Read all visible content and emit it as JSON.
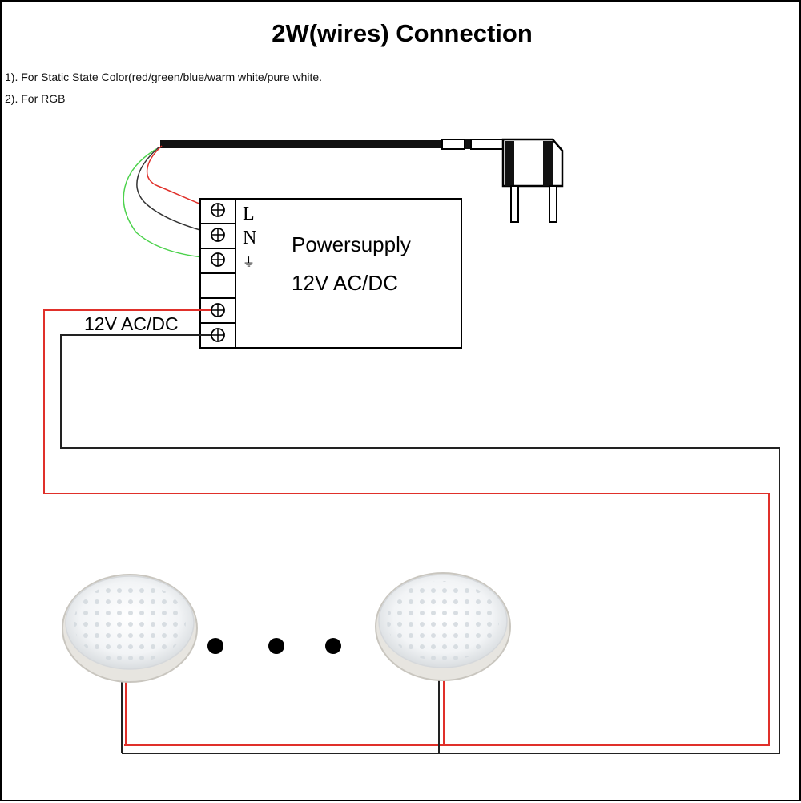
{
  "title": "2W(wires) Connection",
  "notes": [
    "1). For Static State Color(red/green/blue/warm white/pure white.",
    "2). For RGB"
  ],
  "power_supply": {
    "name": "Powersupply",
    "rating": "12V AC/DC",
    "terminal_labels": [
      "L",
      "N",
      "⏚"
    ]
  },
  "output_label": "12V AC/DC",
  "ellipsis_dots": [
    "•",
    "•",
    "•"
  ],
  "colors": {
    "red_wire": "#e0302a",
    "black_wire": "#333333",
    "green_wire": "#4cd24c",
    "outline": "#000000"
  },
  "icons": [
    "plug-icon",
    "screw-terminal-icon",
    "ground-symbol-icon",
    "led-lamp-icon"
  ]
}
